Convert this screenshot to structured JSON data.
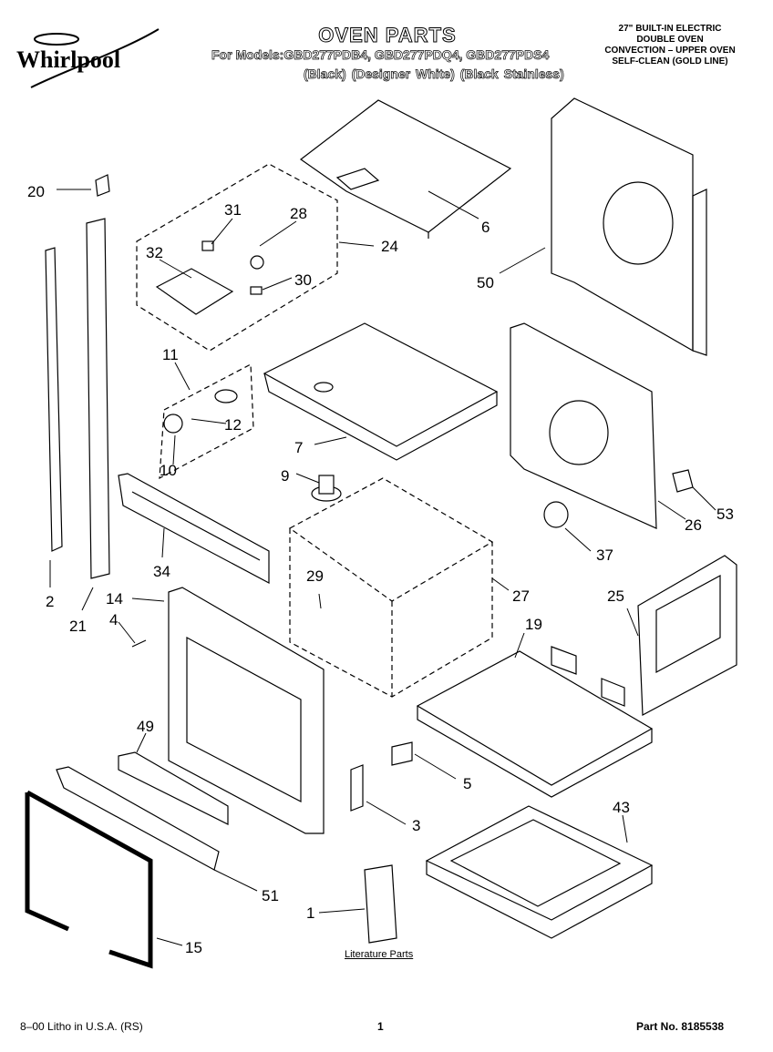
{
  "brand": "Whirlpool",
  "header": {
    "title": "OVEN PARTS",
    "models": "For Models:GBD277PDB4, GBD277PDQ4, GBD277PDS4",
    "variants": "(Black)     (Designer White) (Black Stainless)",
    "description": [
      "27\" BUILT-IN ELECTRIC",
      "DOUBLE OVEN",
      "CONVECTION – UPPER OVEN",
      "SELF-CLEAN (GOLD LINE)"
    ]
  },
  "callouts": [
    {
      "id": "20",
      "label": "20"
    },
    {
      "id": "31",
      "label": "31"
    },
    {
      "id": "28",
      "label": "28"
    },
    {
      "id": "24",
      "label": "24"
    },
    {
      "id": "6",
      "label": "6"
    },
    {
      "id": "50",
      "label": "50"
    },
    {
      "id": "32",
      "label": "32"
    },
    {
      "id": "30",
      "label": "30"
    },
    {
      "id": "11",
      "label": "11"
    },
    {
      "id": "12",
      "label": "12"
    },
    {
      "id": "7",
      "label": "7"
    },
    {
      "id": "10",
      "label": "10"
    },
    {
      "id": "9",
      "label": "9"
    },
    {
      "id": "53",
      "label": "53"
    },
    {
      "id": "26",
      "label": "26"
    },
    {
      "id": "34",
      "label": "34"
    },
    {
      "id": "37",
      "label": "37"
    },
    {
      "id": "2",
      "label": "2"
    },
    {
      "id": "29",
      "label": "29"
    },
    {
      "id": "27",
      "label": "27"
    },
    {
      "id": "14",
      "label": "14"
    },
    {
      "id": "25",
      "label": "25"
    },
    {
      "id": "21",
      "label": "21"
    },
    {
      "id": "4",
      "label": "4"
    },
    {
      "id": "19",
      "label": "19"
    },
    {
      "id": "49",
      "label": "49"
    },
    {
      "id": "5",
      "label": "5"
    },
    {
      "id": "43",
      "label": "43"
    },
    {
      "id": "3",
      "label": "3"
    },
    {
      "id": "51",
      "label": "51"
    },
    {
      "id": "1",
      "label": "1"
    },
    {
      "id": "15",
      "label": "15"
    }
  ],
  "literature_label": "Literature Parts",
  "footer": {
    "left": "8–00 Litho in U.S.A. (RS)",
    "page": "1",
    "part_no": "Part No. 8185538"
  }
}
